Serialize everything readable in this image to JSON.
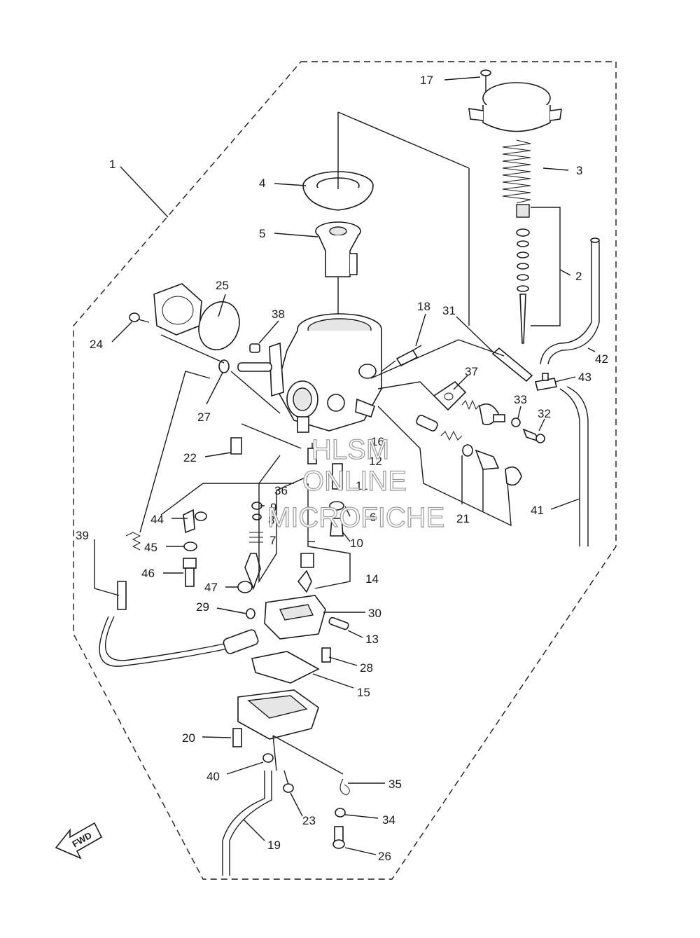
{
  "diagram": {
    "callouts": [
      "1",
      "2",
      "3",
      "4",
      "5",
      "6",
      "7",
      "8",
      "9",
      "10",
      "11",
      "12",
      "13",
      "14",
      "15",
      "16",
      "17",
      "18",
      "19",
      "20",
      "21",
      "22",
      "23",
      "24",
      "25",
      "26",
      "27",
      "28",
      "29",
      "30",
      "31",
      "32",
      "33",
      "34",
      "35",
      "36",
      "37",
      "38",
      "39",
      "40",
      "41",
      "42",
      "43",
      "44",
      "45",
      "46",
      "47"
    ],
    "watermark": [
      "HLSM",
      "ONLINE",
      "MICROFICHE"
    ],
    "fwd_label": "FWD"
  }
}
